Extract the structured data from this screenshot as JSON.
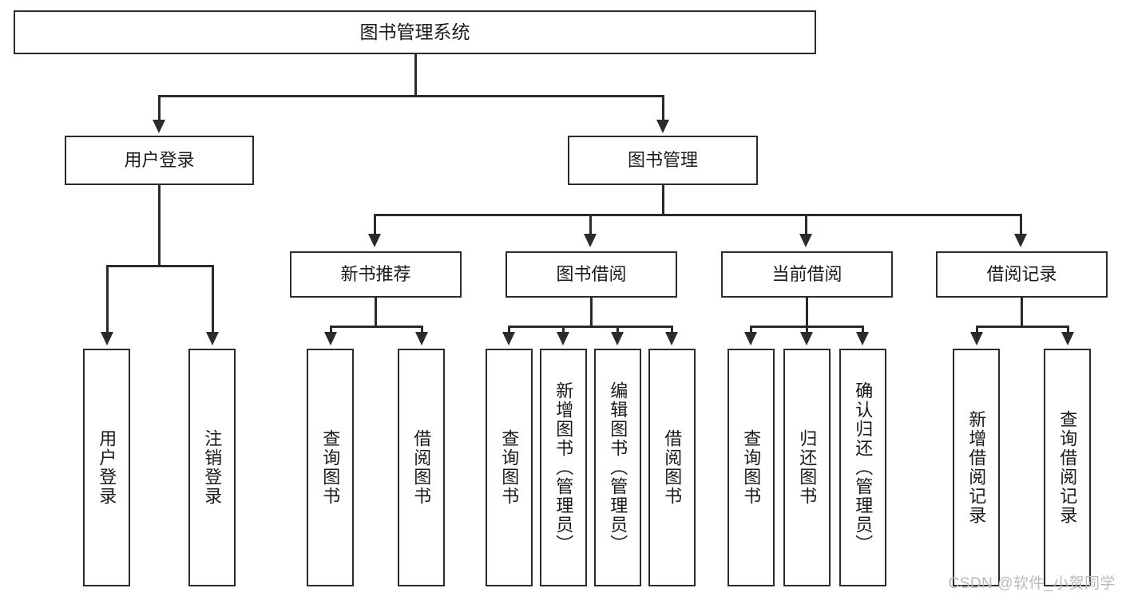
{
  "diagram": {
    "title": "图书管理系统",
    "type": "tree",
    "watermark": "CSDN @软件_小贺同学",
    "colors": {
      "line": "#2b2b2b",
      "box_border": "#2b2b2b",
      "box_fill": "#ffffff",
      "watermark": "#b9b9b9"
    },
    "root": {
      "label": "图书管理系统"
    },
    "level2": [
      {
        "label": "用户登录"
      },
      {
        "label": "图书管理"
      }
    ],
    "level3": [
      {
        "label": "新书推荐"
      },
      {
        "label": "图书借阅"
      },
      {
        "label": "当前借阅"
      },
      {
        "label": "借阅记录"
      }
    ],
    "leaves": {
      "user_login": [
        {
          "label": "用户登录"
        },
        {
          "label": "注销登录"
        }
      ],
      "new_book_rec": [
        {
          "label": "查询图书"
        },
        {
          "label": "借阅图书"
        }
      ],
      "book_borrow": [
        {
          "label": "查询图书"
        },
        {
          "label": "新增图书（管理员）"
        },
        {
          "label": "编辑图书（管理员）"
        },
        {
          "label": "借阅图书"
        }
      ],
      "current_borrow": [
        {
          "label": "查询图书"
        },
        {
          "label": "归还图书"
        },
        {
          "label": "确认归还（管理员）"
        }
      ],
      "borrow_records": [
        {
          "label": "新增借阅记录"
        },
        {
          "label": "查询借阅记录"
        }
      ]
    }
  }
}
